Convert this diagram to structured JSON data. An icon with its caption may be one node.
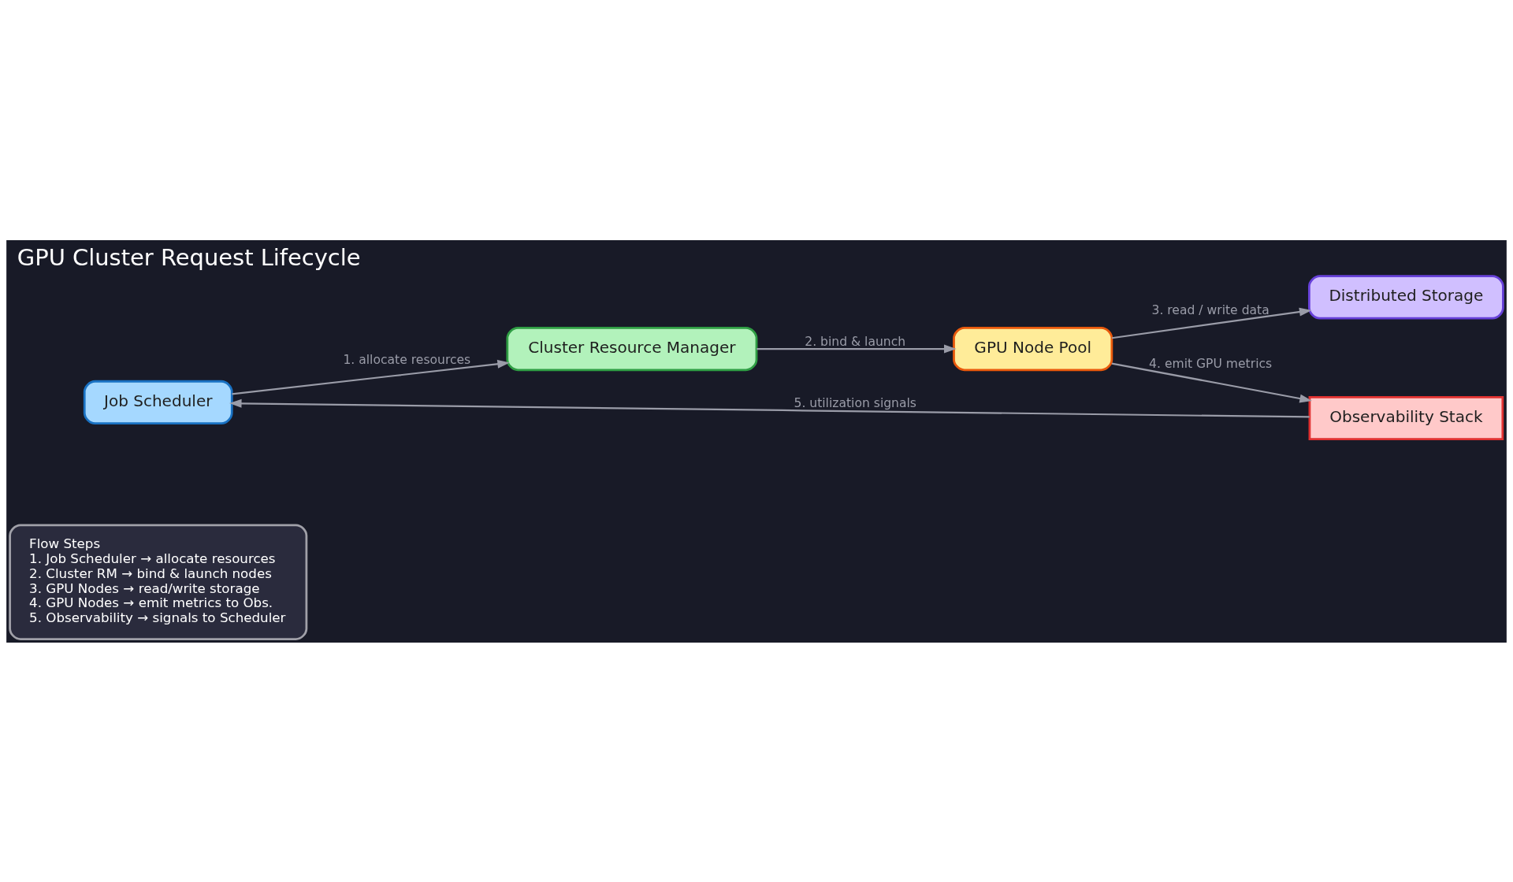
{
  "diagram": {
    "title": "GPU Cluster Request Lifecycle",
    "nodes": [
      {
        "text": [
          "Job Scheduler"
        ]
      },
      {
        "text": [
          "Cluster Resource Manager"
        ]
      },
      {
        "text": [
          "GPU Node Pool"
        ]
      },
      {
        "text": [
          "Distributed Storage"
        ]
      },
      {
        "text": [
          "Observability Stack"
        ]
      },
      {
        "text": [
          "Flow Steps",
          "1. Job Scheduler → allocate resources",
          "2. Cluster RM → bind & launch nodes",
          "3. GPU Nodes → read/write storage",
          "4. GPU Nodes → emit metrics to Obs.",
          "5. Observability → signals to Scheduler"
        ]
      }
    ],
    "edges": [
      {
        "from": 0,
        "to": 1,
        "arrow": "to",
        "label": "1. allocate resources"
      },
      {
        "from": 1,
        "to": 2,
        "arrow": "to",
        "label": "2. bind & launch"
      },
      {
        "from": 2,
        "to": 3,
        "arrow": "to",
        "label": "3. read / write data"
      },
      {
        "from": 2,
        "to": 4,
        "arrow": "to",
        "label": "4. emit GPU metrics"
      },
      {
        "from": 4,
        "to": 0,
        "arrow": "to",
        "label": "5. utilization signals"
      }
    ]
  }
}
